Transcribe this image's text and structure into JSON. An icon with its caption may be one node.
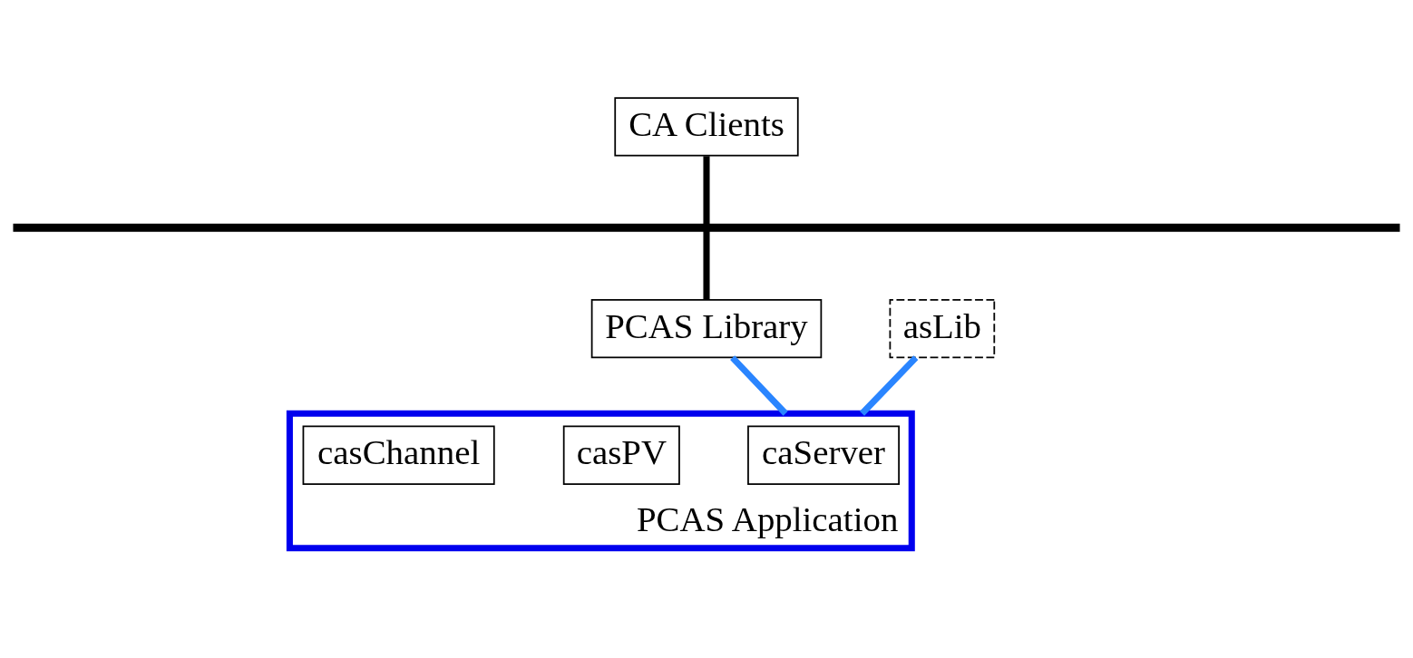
{
  "diagram": {
    "nodes": [
      {
        "text": [
          "CA Clients"
        ]
      },
      {
        "text": [],
        "shape": "bar"
      },
      {
        "text": [
          "PCAS Library"
        ]
      },
      {
        "text": [
          "asLib"
        ]
      },
      {
        "text": [
          "PCAS Application"
        ]
      },
      {
        "text": [
          "caServer"
        ],
        "in": 4
      },
      {
        "text": [
          "casPV"
        ],
        "in": 4
      },
      {
        "text": [
          "casChannel"
        ],
        "in": 4
      }
    ],
    "edges": [
      {
        "from": 0,
        "to": 1,
        "arrow": "none"
      },
      {
        "from": 1,
        "to": 2,
        "arrow": "none"
      },
      {
        "from": 2,
        "to": 4,
        "arrow": "none",
        "color": "#2a85ff"
      },
      {
        "from": 3,
        "to": 4,
        "arrow": "none",
        "color": "#2a85ff"
      }
    ]
  }
}
